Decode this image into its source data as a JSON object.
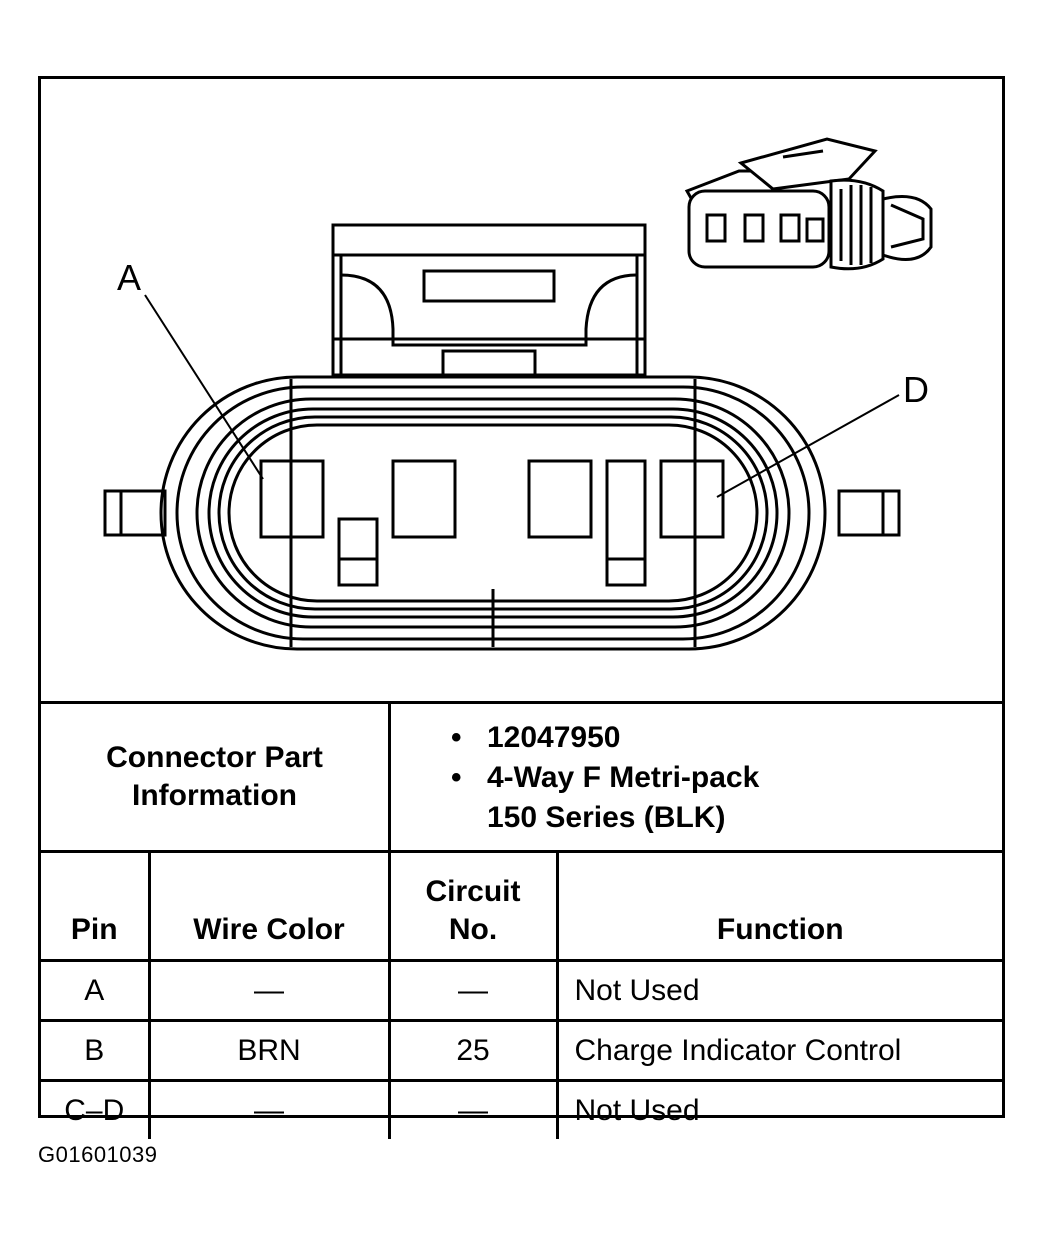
{
  "callouts": {
    "left": "A",
    "right": "D"
  },
  "connector_info": {
    "label_line1": "Connector Part",
    "label_line2": "Information",
    "bullet": "•",
    "part_number": "12047950",
    "description_line1": "4-Way F Metri-pack",
    "description_line2": "150 Series (BLK)"
  },
  "pin_table": {
    "headers": {
      "pin": "Pin",
      "wire_color": "Wire Color",
      "circuit_line1": "Circuit",
      "circuit_line2": "No.",
      "function": "Function"
    },
    "rows": [
      {
        "pin": "A",
        "wire_color": "—",
        "circuit": "—",
        "function": "Not Used"
      },
      {
        "pin": "B",
        "wire_color": "BRN",
        "circuit": "25",
        "function": "Charge Indicator Control"
      },
      {
        "pin": "C–D",
        "wire_color": "—",
        "circuit": "—",
        "function": "Not Used"
      }
    ]
  },
  "figure_code": "G01601039"
}
